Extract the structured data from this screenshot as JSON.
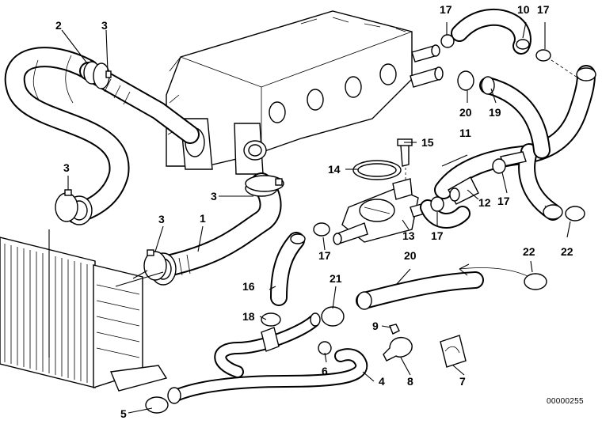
{
  "diagram_id": "00000255",
  "callouts": [
    {
      "key": "c1",
      "text": "1"
    },
    {
      "key": "c2",
      "text": "2"
    },
    {
      "key": "c3a",
      "text": "3"
    },
    {
      "key": "c3b",
      "text": "3"
    },
    {
      "key": "c3c",
      "text": "3"
    },
    {
      "key": "c3d",
      "text": "3"
    },
    {
      "key": "c4",
      "text": "4"
    },
    {
      "key": "c5",
      "text": "5"
    },
    {
      "key": "c6",
      "text": "6"
    },
    {
      "key": "c7",
      "text": "7"
    },
    {
      "key": "c8",
      "text": "8"
    },
    {
      "key": "c9",
      "text": "9"
    },
    {
      "key": "c10",
      "text": "10"
    },
    {
      "key": "c11",
      "text": "11"
    },
    {
      "key": "c12",
      "text": "12"
    },
    {
      "key": "c13",
      "text": "13"
    },
    {
      "key": "c14",
      "text": "14"
    },
    {
      "key": "c15",
      "text": "15"
    },
    {
      "key": "c16",
      "text": "16"
    },
    {
      "key": "c17a",
      "text": "17"
    },
    {
      "key": "c17b",
      "text": "17"
    },
    {
      "key": "c17c",
      "text": "17"
    },
    {
      "key": "c17d",
      "text": "17"
    },
    {
      "key": "c17e",
      "text": "17"
    },
    {
      "key": "c18",
      "text": "18"
    },
    {
      "key": "c19",
      "text": "19"
    },
    {
      "key": "c20a",
      "text": "20"
    },
    {
      "key": "c20b",
      "text": "20"
    },
    {
      "key": "c21",
      "text": "21"
    },
    {
      "key": "c22a",
      "text": "22"
    },
    {
      "key": "c22b",
      "text": "22"
    }
  ]
}
